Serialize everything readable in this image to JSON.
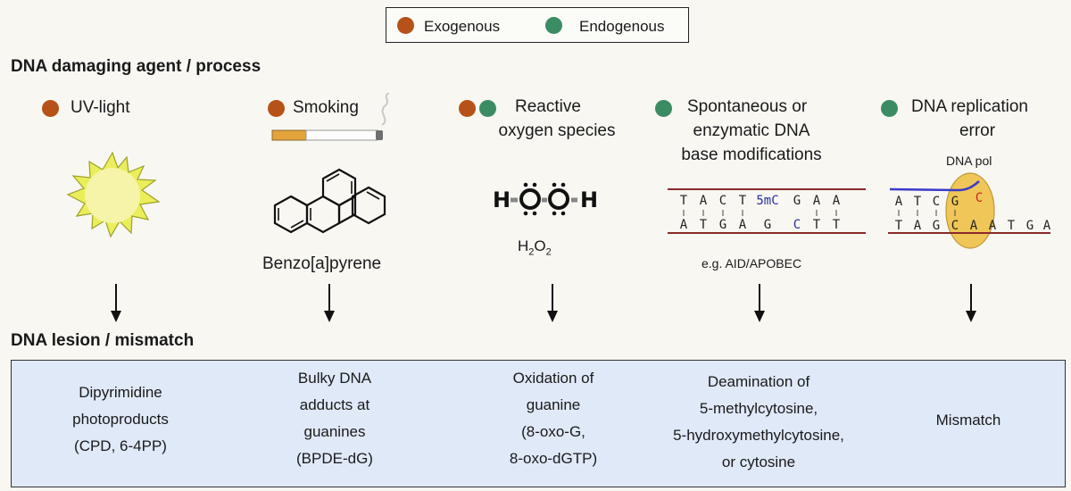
{
  "legend": {
    "exogenous": "Exogenous",
    "endogenous": "Endogenous",
    "colors": {
      "exogenous": "#b65219",
      "endogenous": "#3c8c63"
    }
  },
  "headers": {
    "agents": "DNA damaging agent / process",
    "lesions": "DNA lesion / mismatch"
  },
  "agents": [
    {
      "label": "UV-light",
      "types": [
        "exogenous"
      ]
    },
    {
      "label": "Smoking",
      "types": [
        "exogenous"
      ],
      "compound": "Benzo[a]pyrene"
    },
    {
      "label_lines": [
        "Reactive",
        "oxygen species"
      ],
      "types": [
        "exogenous",
        "endogenous"
      ],
      "formula": "H2O2"
    },
    {
      "label_lines": [
        "Spontaneous or",
        "enzymatic DNA",
        "base modifications"
      ],
      "types": [
        "endogenous"
      ],
      "top_strand": [
        "T",
        "A",
        "C",
        "T",
        "5mC",
        "G",
        "A",
        "A"
      ],
      "bottom_strand": [
        "A",
        "T",
        "G",
        "A",
        "G",
        "C",
        "T",
        "T"
      ],
      "example": "e.g. AID/APOBEC"
    },
    {
      "label_lines": [
        "DNA replication",
        "error"
      ],
      "types": [
        "endogenous"
      ],
      "enzyme": "DNA pol",
      "top_strand": [
        "A",
        "T",
        "C",
        "G",
        "C"
      ],
      "bottom_strand": [
        "T",
        "A",
        "G",
        "C",
        "A",
        "A",
        "T",
        "G",
        "A"
      ]
    }
  ],
  "lesions": [
    {
      "lines": [
        "Dipyrimidine",
        "photoproducts",
        "(CPD, 6-4PP)"
      ]
    },
    {
      "lines": [
        "Bulky DNA",
        "adducts at",
        "guanines",
        "(BPDE-dG)"
      ]
    },
    {
      "lines": [
        "Oxidation of",
        "guanine",
        "(8-oxo-G,",
        "8-oxo-dGTP)"
      ]
    },
    {
      "lines": [
        "Deamination of",
        "5-methylcytosine,",
        "5-hydroxymethylcytosine,",
        "or cytosine"
      ]
    },
    {
      "lines": [
        "Mismatch"
      ]
    }
  ]
}
